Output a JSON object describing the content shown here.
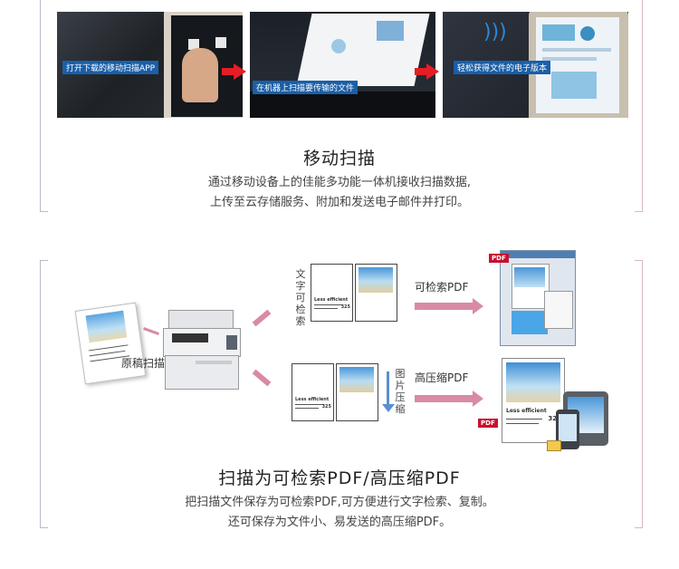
{
  "section1": {
    "photos": [
      {
        "caption": "打开下载的移动扫描APP"
      },
      {
        "caption": "在机器上扫描要传输的文件"
      },
      {
        "caption": "轻松获得文件的电子版本"
      }
    ],
    "title": "移动扫描",
    "desc_line1": "通过移动设备上的佳能多功能一体机接收扫描数据,",
    "desc_line2": "上传至云存储服务、附加和发送电子邮件并打印。"
  },
  "section2": {
    "original_label": "原稿扫描",
    "text_ocr_label": "文字可检索",
    "image_compress_label": "图片压缩",
    "searchable_pdf_label": "可检索PDF",
    "compressed_pdf_label": "高压缩PDF",
    "doc_heading": "Less efficient",
    "doc_number": "325",
    "pdf_badge": "PDF",
    "title": "扫描为可检索PDF/高压缩PDF",
    "desc_line1": "把扫描文件保存为可检索PDF,可方便进行文字检索、复制。",
    "desc_line2": "还可保存为文件小、易发送的高压缩PDF。"
  },
  "colors": {
    "accent_red": "#e31e24",
    "caption_blue": "#1a5fa8",
    "arrow_pink": "#d98aa5"
  }
}
